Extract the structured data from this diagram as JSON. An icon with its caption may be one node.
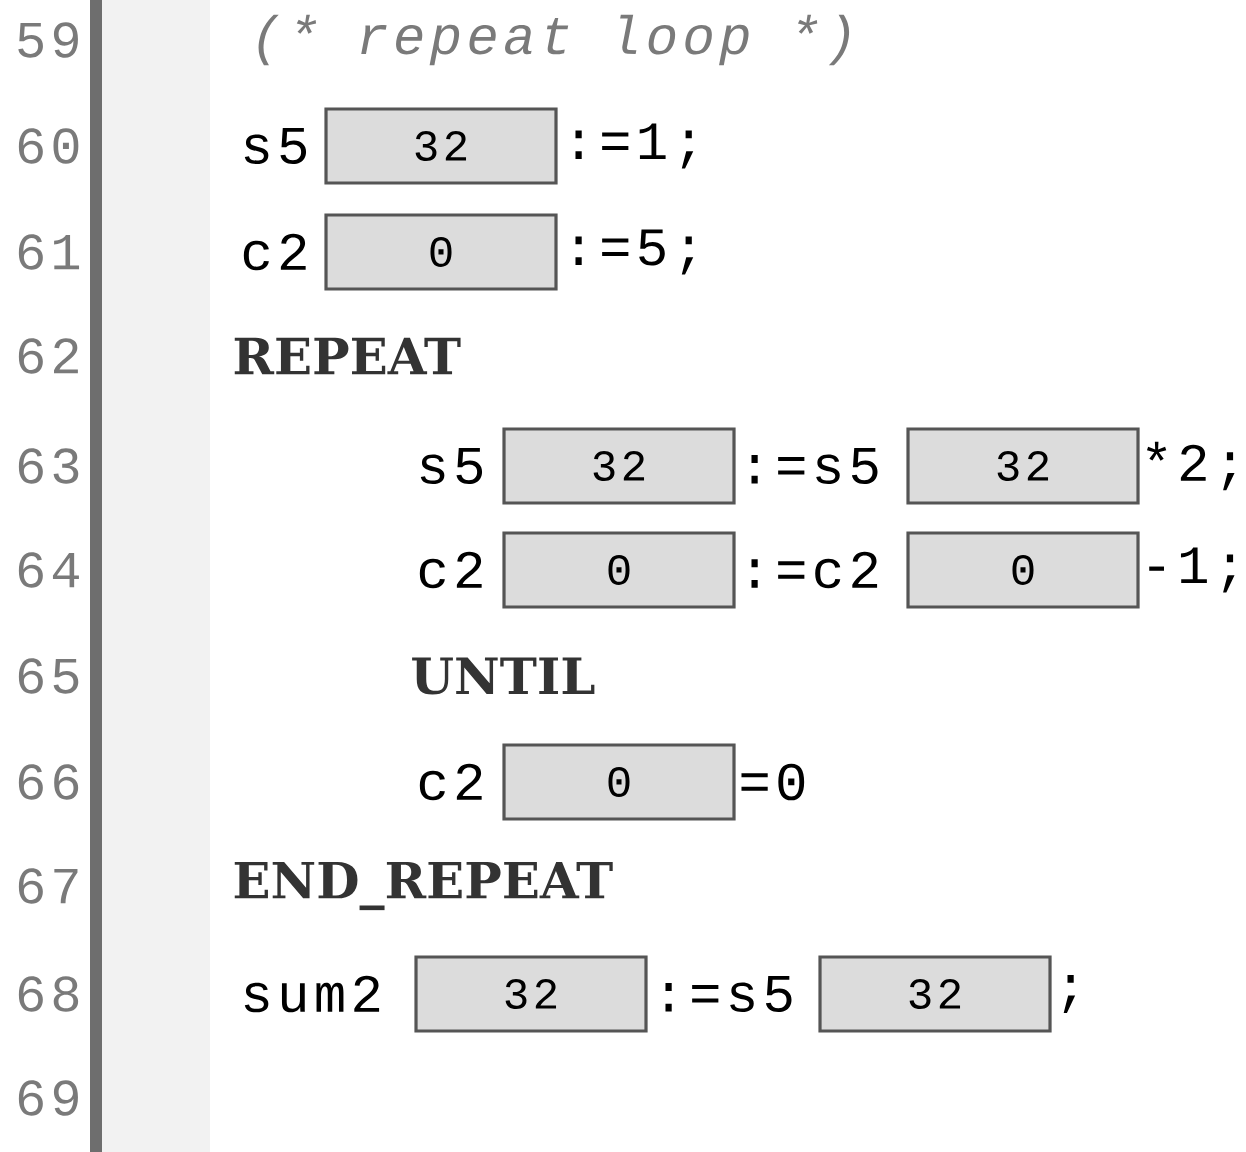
{
  "diagram": {
    "nodes": [
      {
        "text": [
          "32"
        ]
      },
      {
        "text": [
          "0"
        ]
      },
      {
        "text": [
          "32"
        ]
      },
      {
        "text": [
          "32"
        ]
      },
      {
        "text": [
          "0"
        ]
      },
      {
        "text": [
          "0"
        ]
      },
      {
        "text": [
          "0"
        ]
      },
      {
        "text": [
          "32"
        ]
      },
      {
        "text": [
          "32"
        ]
      }
    ],
    "labels": [
      "59",
      "(* repeat loop *)",
      "60",
      "s5",
      ":=1;",
      "61",
      "c2",
      ":=5;",
      "62",
      "REPEAT",
      "63",
      "s5",
      ":=s5",
      "*2;",
      "64",
      "c2",
      ":=c2",
      "-1;",
      "65",
      "UNTIL",
      "66",
      "c2",
      "=0",
      "67",
      "END_REPEAT",
      "68",
      "sum2",
      ":=s5",
      ";",
      "69"
    ]
  }
}
